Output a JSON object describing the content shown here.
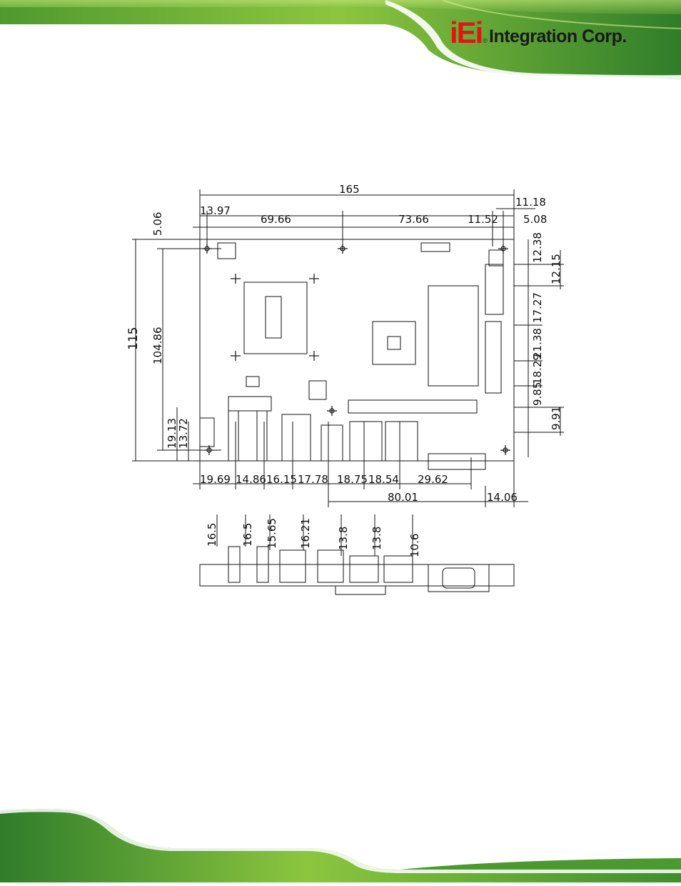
{
  "brand": {
    "logo_mark": "iEi",
    "logo_registered": "®",
    "logo_text": "Integration Corp.",
    "colors": {
      "green_dark": "#3a8a2a",
      "green_light": "#a8d848",
      "logo_red": "#e01515"
    }
  },
  "diagram": {
    "top_dimensions": {
      "overall_width": "165",
      "right_offset": "11.18",
      "left_hole": "13.97",
      "hole_span_left": "69.66",
      "hole_span_right": "73.66",
      "right_a": "11.52",
      "right_b": "5.08",
      "top_offset": "5.06"
    },
    "left_dimensions": {
      "overall_height": "115",
      "inner_height": "104.86",
      "lower_a": "19.13",
      "lower_b": "13.72"
    },
    "right_dimensions": [
      "12.38",
      "12.15",
      "17.27",
      "21.38",
      "18.29",
      "9.85",
      "9.91"
    ],
    "bottom_dimensions": [
      "19.69",
      "14.86",
      "16.15",
      "17.78",
      "18.75",
      "18.54",
      "29.62"
    ],
    "bottom_overall": {
      "span": "80.01",
      "right": "14.06"
    },
    "side_view_heights": [
      "16.5",
      "16.5",
      "15.65",
      "16.21",
      "13.8",
      "13.8",
      "10.6"
    ]
  }
}
